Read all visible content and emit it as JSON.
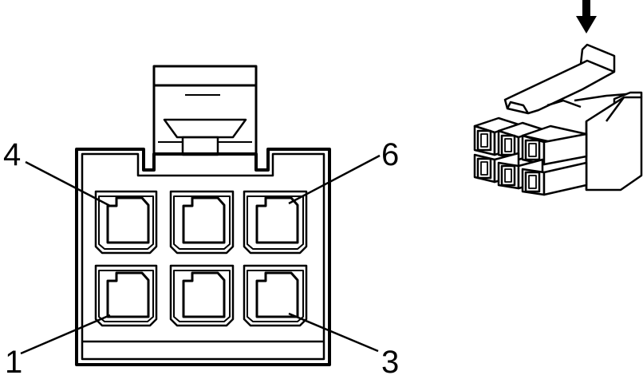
{
  "front_view": {
    "pin_labels": {
      "top_left": "4",
      "top_right": "6",
      "bottom_left": "1",
      "bottom_right": "3"
    }
  },
  "side_view": {
    "arrow_icon": "arrow-down-icon"
  },
  "colors": {
    "line": "#000000",
    "background": "#ffffff"
  }
}
